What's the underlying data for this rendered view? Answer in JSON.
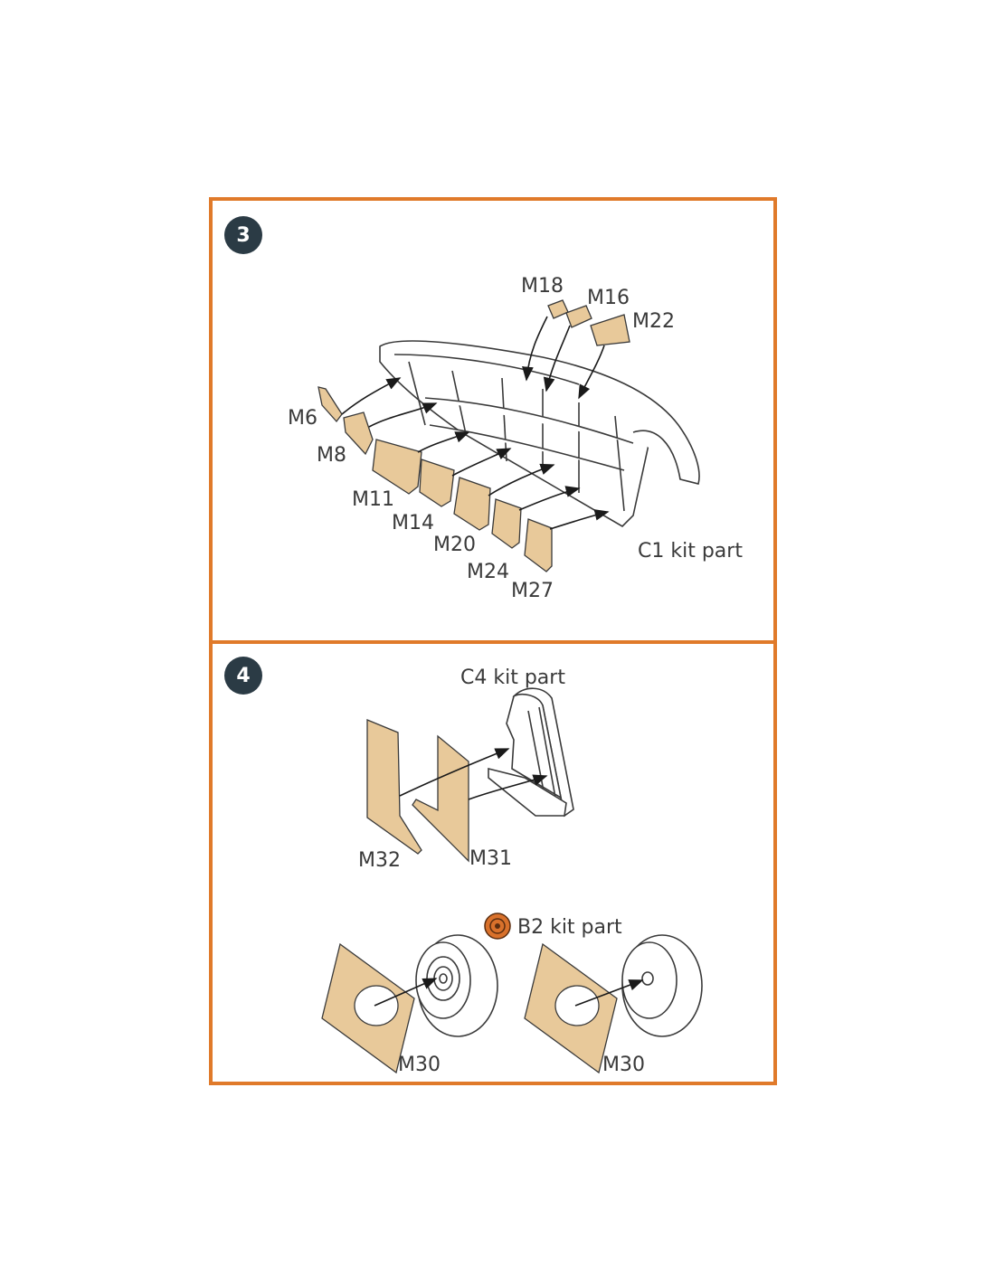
{
  "steps": [
    {
      "number": "3"
    },
    {
      "number": "4"
    }
  ],
  "step3": {
    "labels": {
      "m18": "M18",
      "m16": "M16",
      "m22": "M22",
      "m6": "M6",
      "m8": "M8",
      "m11": "M11",
      "m14": "M14",
      "m20": "M20",
      "m24": "M24",
      "m27": "M27",
      "part": "C1 kit part"
    }
  },
  "step4": {
    "labels": {
      "c4": "C4 kit part",
      "m32": "M32",
      "m31": "M31",
      "b2": "B2 kit part",
      "m30_left": "M30",
      "m30_right": "M30"
    }
  },
  "colors": {
    "frame": "#e07a2a",
    "badge": "#2b3b45",
    "mask": "#e8c99a"
  }
}
